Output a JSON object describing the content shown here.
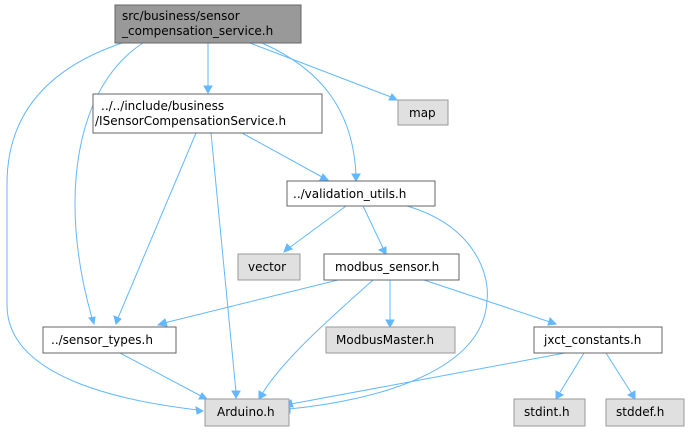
{
  "colors": {
    "root_fill": "#999999",
    "root_stroke": "#666666",
    "node_fill": "#ffffff",
    "node_stroke": "#666666",
    "ext_fill": "#e0e0e0",
    "ext_stroke": "#999999",
    "edge": "#63b8ff"
  },
  "nodes": {
    "root": {
      "line1": "src/business/sensor",
      "line2": "_compensation_service.h"
    },
    "isensor": {
      "line1": "../../include/business",
      "line2": "/ISensorCompensationService.h"
    },
    "map": {
      "label": "map"
    },
    "validation": {
      "label": "../validation_utils.h"
    },
    "vector": {
      "label": "vector"
    },
    "modbus_sensor": {
      "label": "modbus_sensor.h"
    },
    "sensor_types": {
      "label": "../sensor_types.h"
    },
    "modbus_master": {
      "label": "ModbusMaster.h"
    },
    "jxct": {
      "label": "jxct_constants.h"
    },
    "arduino": {
      "label": "Arduino.h"
    },
    "stdint": {
      "label": "stdint.h"
    },
    "stddef": {
      "label": "stddef.h"
    }
  }
}
